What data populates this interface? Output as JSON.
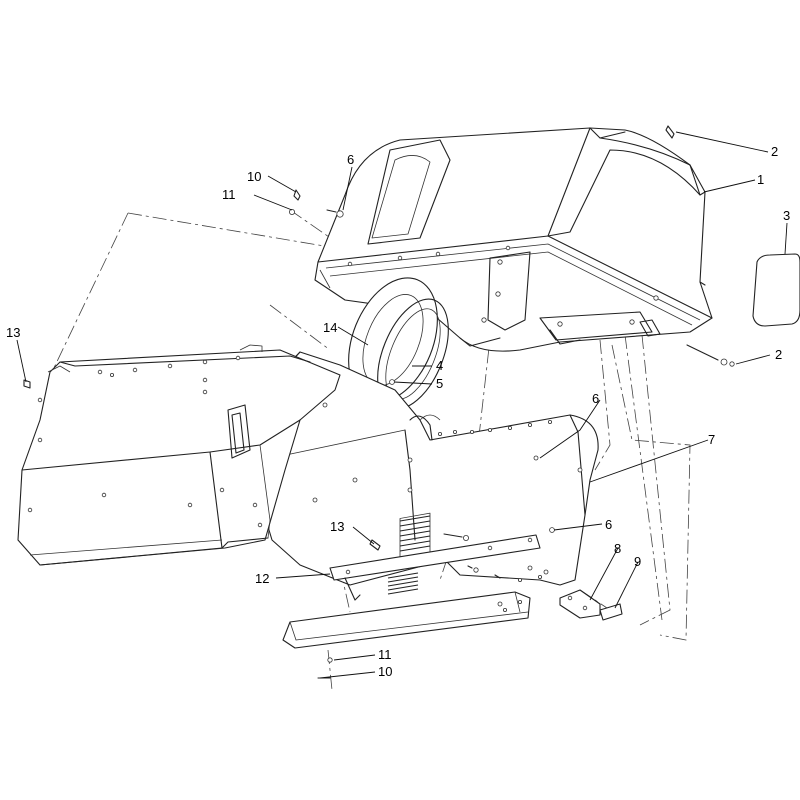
{
  "callouts": {
    "c1": "1",
    "c2_top": "2",
    "c2_mid": "2",
    "c3": "3",
    "c4": "4",
    "c5": "5",
    "c6_top": "6",
    "c6_mid": "6",
    "c6_low": "6",
    "c7": "7",
    "c8": "8",
    "c9": "9",
    "c10_top": "10",
    "c10_bottom": "10",
    "c11_top": "11",
    "c11_bottom": "11",
    "c12": "12",
    "c13_left": "13",
    "c13_mid": "13",
    "c14": "14"
  }
}
